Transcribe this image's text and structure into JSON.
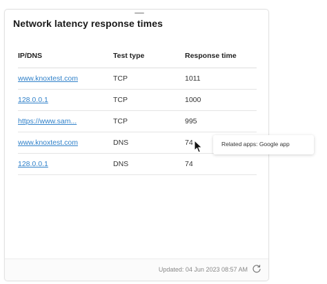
{
  "card": {
    "title": "Network latency response times",
    "columns": [
      "IP/DNS",
      "Test type",
      "Response time"
    ],
    "rows": [
      {
        "ip": "www.knoxtest.com",
        "type": "TCP",
        "time": "1011"
      },
      {
        "ip": "128.0.0.1",
        "type": "TCP",
        "time": "1000"
      },
      {
        "ip": "https://www.sam...",
        "type": "TCP",
        "time": "995"
      },
      {
        "ip": "www.knoxtest.com",
        "type": "DNS",
        "time": "74"
      },
      {
        "ip": "128.0.0.1",
        "type": "DNS",
        "time": "74"
      }
    ],
    "footer": {
      "updated": "Updated: 04 Jun 2023 08:57 AM"
    }
  },
  "tooltip": {
    "text": "Related apps: Google app"
  },
  "icons": {
    "refresh": "refresh-icon",
    "cursor": "mouse-cursor-icon",
    "drag": "drag-handle-icon"
  },
  "colors": {
    "link": "#2f80c9",
    "border": "#e2e2e2"
  }
}
